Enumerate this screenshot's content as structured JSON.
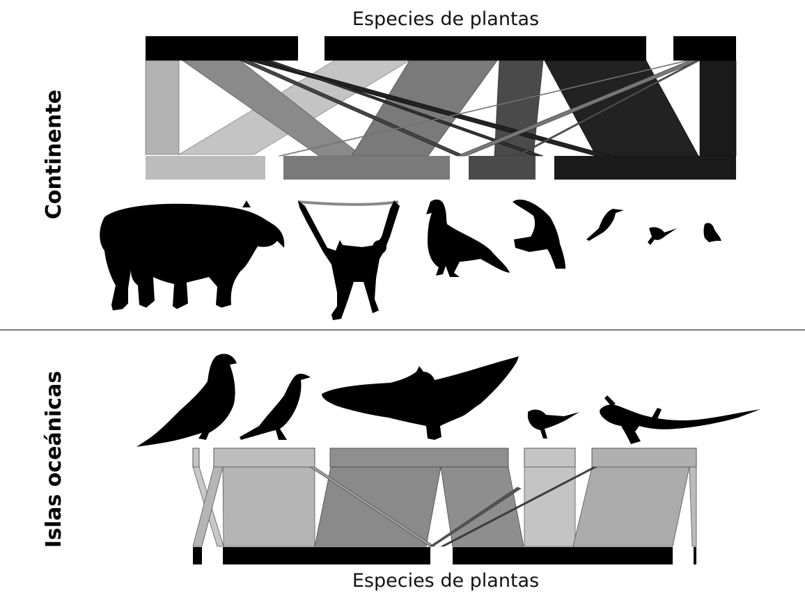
{
  "continent": {
    "label": "Continente",
    "plant_axis_label": "Especies de plantas",
    "plant_boxes": 3,
    "animal_boxes": 4,
    "animals": [
      "tapir-silhouette",
      "spider-monkey-silhouette",
      "guan-silhouette",
      "toucan-silhouette",
      "thrush-silhouette",
      "small-bird-silhouette",
      "tiny-bird-silhouette"
    ],
    "link_shades": [
      "#b2b2b2",
      "#7a7a7a",
      "#444444",
      "#1a1a1a"
    ]
  },
  "islands": {
    "label": "Islas oceánicas",
    "plant_axis_label": "Especies de plantas",
    "plant_boxes": 4,
    "animal_boxes": 5,
    "animals": [
      "pigeon-silhouette",
      "thrush-silhouette",
      "fruit-bat-silhouette",
      "small-bird-silhouette",
      "gecko-silhouette"
    ],
    "link_shades": [
      "#b5b5b5",
      "#8a8a8a",
      "#c8c8c8",
      "#aaaaaa"
    ]
  }
}
